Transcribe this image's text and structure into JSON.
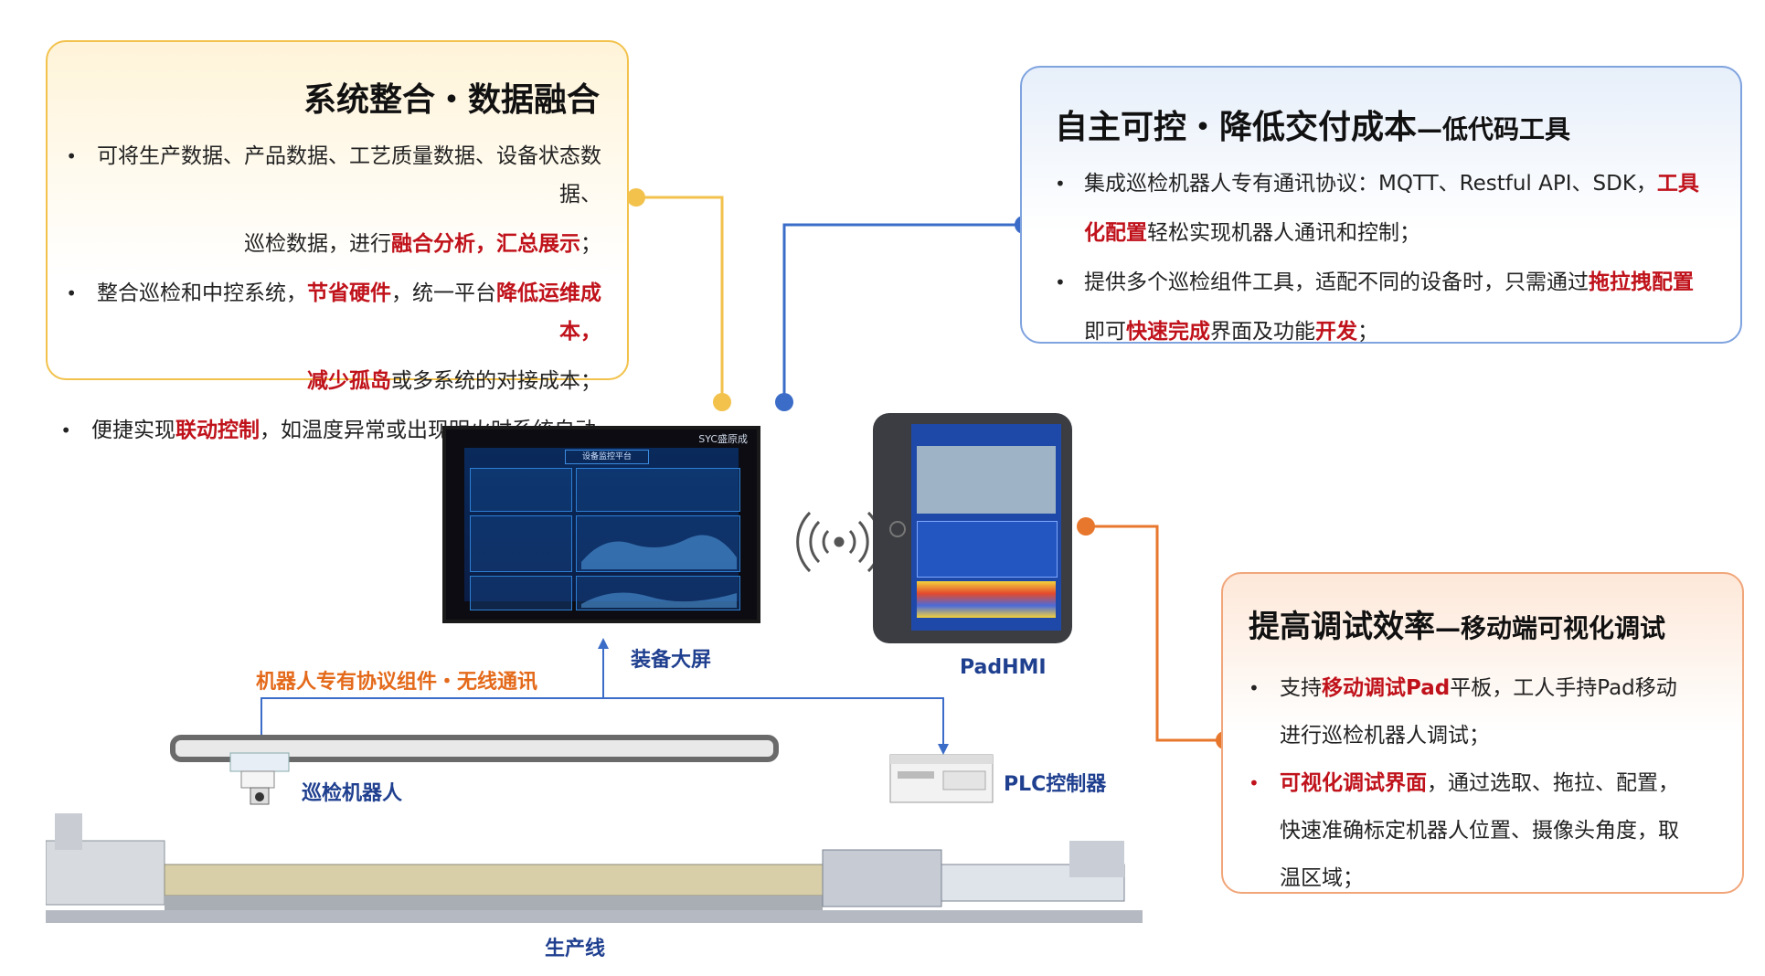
{
  "cards": {
    "integration": {
      "title": "系统整合・数据融合",
      "bullets": [
        {
          "parts": [
            {
              "t": "可将生产数据、产品数据、工艺质量数据、设备状态数据、",
              "h": false
            }
          ]
        },
        {
          "parts": [
            {
              "t": "巡检数据，进行",
              "h": false
            },
            {
              "t": "融合分析，汇总展示",
              "h": true
            },
            {
              "t": "；",
              "h": false
            }
          ]
        },
        {
          "parts": [
            {
              "t": "整合巡检和中控系统，",
              "h": false
            },
            {
              "t": "节省硬件",
              "h": true
            },
            {
              "t": "，统一平台",
              "h": false
            },
            {
              "t": "降低运维成本，",
              "h": true
            }
          ]
        },
        {
          "parts": [
            {
              "t": "减少孤岛",
              "h": true
            },
            {
              "t": "或多系统的对接成本；",
              "h": false
            }
          ]
        },
        {
          "parts": [
            {
              "t": "便捷实现",
              "h": false
            },
            {
              "t": "联动控制",
              "h": true
            },
            {
              "t": "，如温度异常或出现明火时系统自动停机；",
              "h": false
            }
          ]
        }
      ]
    },
    "autonomy": {
      "title": "自主可控・降低交付成本",
      "subtitle": "—低代码工具",
      "bullets": [
        {
          "parts": [
            {
              "t": "集成巡检机器人专有通讯协议：MQTT、Restful API、SDK，",
              "h": false
            },
            {
              "t": "工具",
              "h": true
            }
          ]
        },
        {
          "parts": [
            {
              "t": "化配置",
              "h": true
            },
            {
              "t": "轻松实现机器人通讯和控制；",
              "h": false
            }
          ]
        },
        {
          "parts": [
            {
              "t": "提供多个巡检组件工具，适配不同的设备时，只需通过",
              "h": false
            },
            {
              "t": "拖拉拽配置",
              "h": true
            }
          ]
        },
        {
          "parts": [
            {
              "t": "即可",
              "h": false
            },
            {
              "t": "快速完成",
              "h": true
            },
            {
              "t": "界面及功能",
              "h": false
            },
            {
              "t": "开发",
              "h": true
            },
            {
              "t": "；",
              "h": false
            }
          ]
        }
      ]
    },
    "efficiency": {
      "title": "提高调试效率",
      "subtitle": "—移动端可视化调试",
      "bullets": [
        {
          "parts": [
            {
              "t": "支持",
              "h": false
            },
            {
              "t": "移动调试Pad",
              "h": true
            },
            {
              "t": "平板，工人手持Pad移动",
              "h": false
            }
          ]
        },
        {
          "parts": [
            {
              "t": "进行巡检机器人调试；",
              "h": false
            }
          ]
        },
        {
          "parts": [
            {
              "t": "可视化调试界面",
              "h": true
            },
            {
              "t": "，通过选取、拖拉、配置，",
              "h": false
            }
          ]
        },
        {
          "parts": [
            {
              "t": "快速准确标定机器人位置、摄像头角度，取",
              "h": false
            }
          ]
        },
        {
          "parts": [
            {
              "t": "温区域；",
              "h": false
            }
          ]
        }
      ]
    }
  },
  "labels": {
    "big_screen": "装备大屏",
    "pad": "PadHMI",
    "protocol": "机器人专有协议组件・无线通讯",
    "robot": "巡检机器人",
    "plc": "PLC控制器",
    "line": "生产线",
    "screen_brand": "SYC盛原成",
    "screen_title": "设备监控平台"
  },
  "colors": {
    "highlight": "#c0121b",
    "yellow": "#f2c24c",
    "blue": "#3a6cc8",
    "orange": "#e8772e",
    "label_blue": "#1f3f8f"
  }
}
